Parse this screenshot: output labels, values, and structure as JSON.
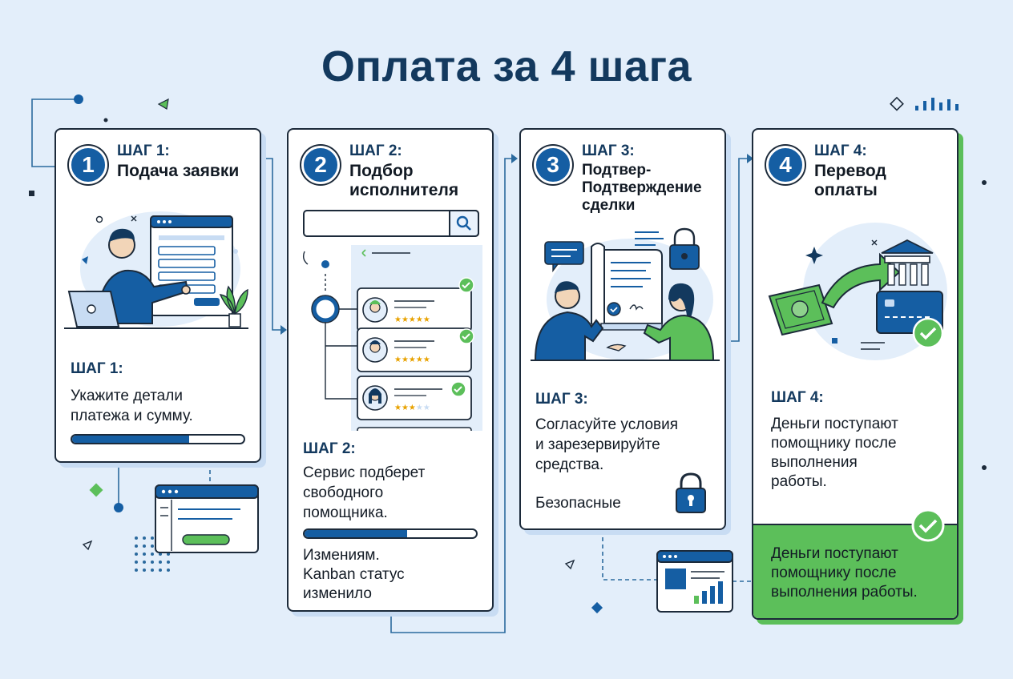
{
  "title": "Оплата за 4 шага",
  "colors": {
    "primary": "#155ea3",
    "dark": "#1c2a3a",
    "accent_green": "#5cbf5a",
    "background": "#e3eefa"
  },
  "steps": [
    {
      "number": "1",
      "label": "ШАГ 1:",
      "title": "Подача заявки",
      "sub_label": "ШАГ 1:",
      "description": "Укажите детали\nплатежа и сумму.",
      "progress": 0.68,
      "icons": [
        "person-at-form-icon",
        "laptop-icon",
        "plant-icon"
      ]
    },
    {
      "number": "2",
      "label": "ШАГ 2:",
      "title": "Подбор\nисполнителя",
      "sub_label": "ШАГ 2:",
      "description": "Сервис подберет\nсвободного\nпомощника.",
      "progress": 0.6,
      "status": "Измениям.\nKanban статус\nизменило",
      "icons": [
        "search-icon",
        "candidate-card-icon",
        "star-rating-icon",
        "check-icon"
      ]
    },
    {
      "number": "3",
      "label": "ШАГ 3:",
      "title": "Подтвер-\nПодтверждение\nсделки",
      "sub_label": "ШАГ 3:",
      "description": "Согласуйте условия\nи зарезервируйте\nсредства.",
      "secure_note": "Безопасные",
      "icons": [
        "contract-icon",
        "handshake-icon",
        "lock-icon",
        "chat-icon"
      ]
    },
    {
      "number": "4",
      "label": "ШАГ 4:",
      "title": "Перевод\nоплаты",
      "sub_label": "ШАГ 4:",
      "description": "Деньги поступают\nпомощнику после\nвыполнения\nработы.",
      "footer_text": "Деньги поступают\nпомощнику после\nвыполнения работы.",
      "icons": [
        "banknote-icon",
        "bank-icon",
        "credit-card-icon",
        "check-icon"
      ]
    }
  ]
}
